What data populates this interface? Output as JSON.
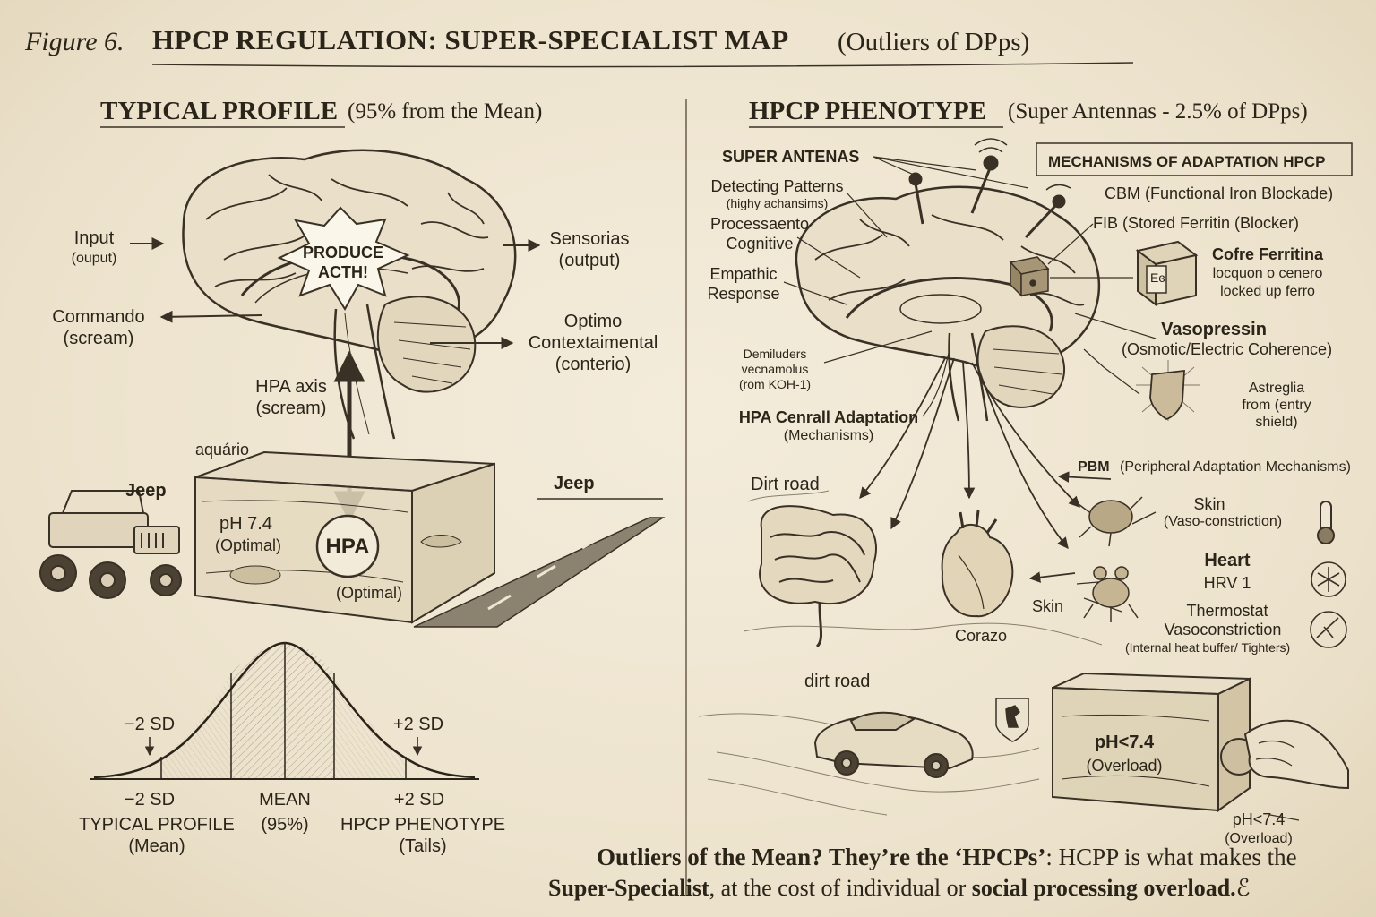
{
  "figure": {
    "label": "Figure 6.",
    "title": "HPCP REGULATION: SUPER-SPECIALIST MAP",
    "subtitle": "(Outliers of DPps)"
  },
  "left_panel": {
    "header_bold": "TYPICAL PROFILE",
    "header_rest": "(95% from the Mean)",
    "brain_labels": {
      "input": "Input",
      "input_sub": "(ouput)",
      "sensorias": "Sensorias",
      "sensorias_sub": "(output)",
      "commando": "Commando",
      "commando_sub": "(scream)",
      "optimo_1": "Optimo",
      "optimo_2": "Contextaimental",
      "optimo_3": "(conterio)",
      "burst_1": "PRODUCE",
      "burst_2": "ACTH!",
      "hpa_axis": "HPA axis",
      "hpa_axis_sub": "(scream)"
    },
    "aquarium": {
      "label": "aquário",
      "ph": "pH 7.4",
      "ph_sub": "(Optimal)",
      "hpa": "HPA",
      "hpa_sub": "(Optimal)"
    },
    "jeep_left": "Jeep",
    "jeep_right": "Jeep",
    "bell_curve": {
      "minus_sd_top": "−2 SD",
      "plus_sd_top": "+2 SD",
      "minus_sd": "−2 SD",
      "mean": "MEAN",
      "plus_sd": "+2 SD",
      "typical_profile": "TYPICAL PROFILE",
      "typical_profile_sub": "(Mean)",
      "mean_sub": "(95%)",
      "hpcp_phenotype": "HPCP PHENOTYPE",
      "hpcp_phenotype_sub": "(Tails)"
    }
  },
  "right_panel": {
    "header_bold": "HPCP PHENOTYPE",
    "header_rest": "(Super Antennas - 2.5% of DPps)",
    "antennas": {
      "title": "SUPER ANTENAS",
      "detecting": "Detecting Patterns",
      "detecting_sub": "(highy achansims)",
      "processaento_1": "Processaento",
      "processaento_2": "Cognitive",
      "empathic_1": "Empathic",
      "empathic_2": "Response",
      "demiluders_1": "Demiluders",
      "demiluders_2": "vecnamolus",
      "demiluders_3": "(rom KOH-1)",
      "hpa_central": "HPA Cenrall Adaptation",
      "hpa_central_sub": "(Mechanisms)"
    },
    "mechanisms": {
      "title": "MECHANISMS OF ADAPTATION HPCP",
      "cbm": "CBM (Functional Iron Blockade)",
      "fib": "FIB (Stored Ferritin (Blocker)",
      "cofre": "Cofre Ferritina",
      "cofre_sub1": "locquon o cenero",
      "cofre_sub2": "locked up ferro",
      "safe_letters": "Eɞ",
      "vasopressin": "Vasopressin",
      "vasopressin_sub": "(Osmotic/Electric Coherence)",
      "astreglia_1": "Astreglia",
      "astreglia_2": "from (entry",
      "astreglia_3": "shield)"
    },
    "pbm": {
      "title_bold": "PBM",
      "title_rest": "(Peripheral Adaptation Mechanisms)",
      "dirt_road_top": "Dirt road",
      "skin": "Skin",
      "skin_sub": "(Vaso-constriction)",
      "heart": "Heart",
      "hrv": "HRV 1",
      "skin_arrow": "Skin",
      "corazao": "Corazo",
      "thermostat": "Thermostat",
      "vaso": "Vasoconstriction",
      "vaso_sub": "(Internal heat buffer/ Tighters)"
    },
    "bottom": {
      "dirt_road": "dirt road",
      "ph_tank": "pH<7.4",
      "ph_tank_sub": "(Overload)",
      "ph_outside": "pH<7.4",
      "ph_outside_sub": "(Overload)"
    }
  },
  "footer": {
    "line1_bold": "Outliers of the Mean? They’re the ‘HPCPs’",
    "line1_rest": ": HCPP is what makes the",
    "line2_bold1": "Super-Specialist",
    "line2_mid": ", at the cost of individual or ",
    "line2_bold2": "social processing overload.",
    "line2_end": "ℰ"
  }
}
